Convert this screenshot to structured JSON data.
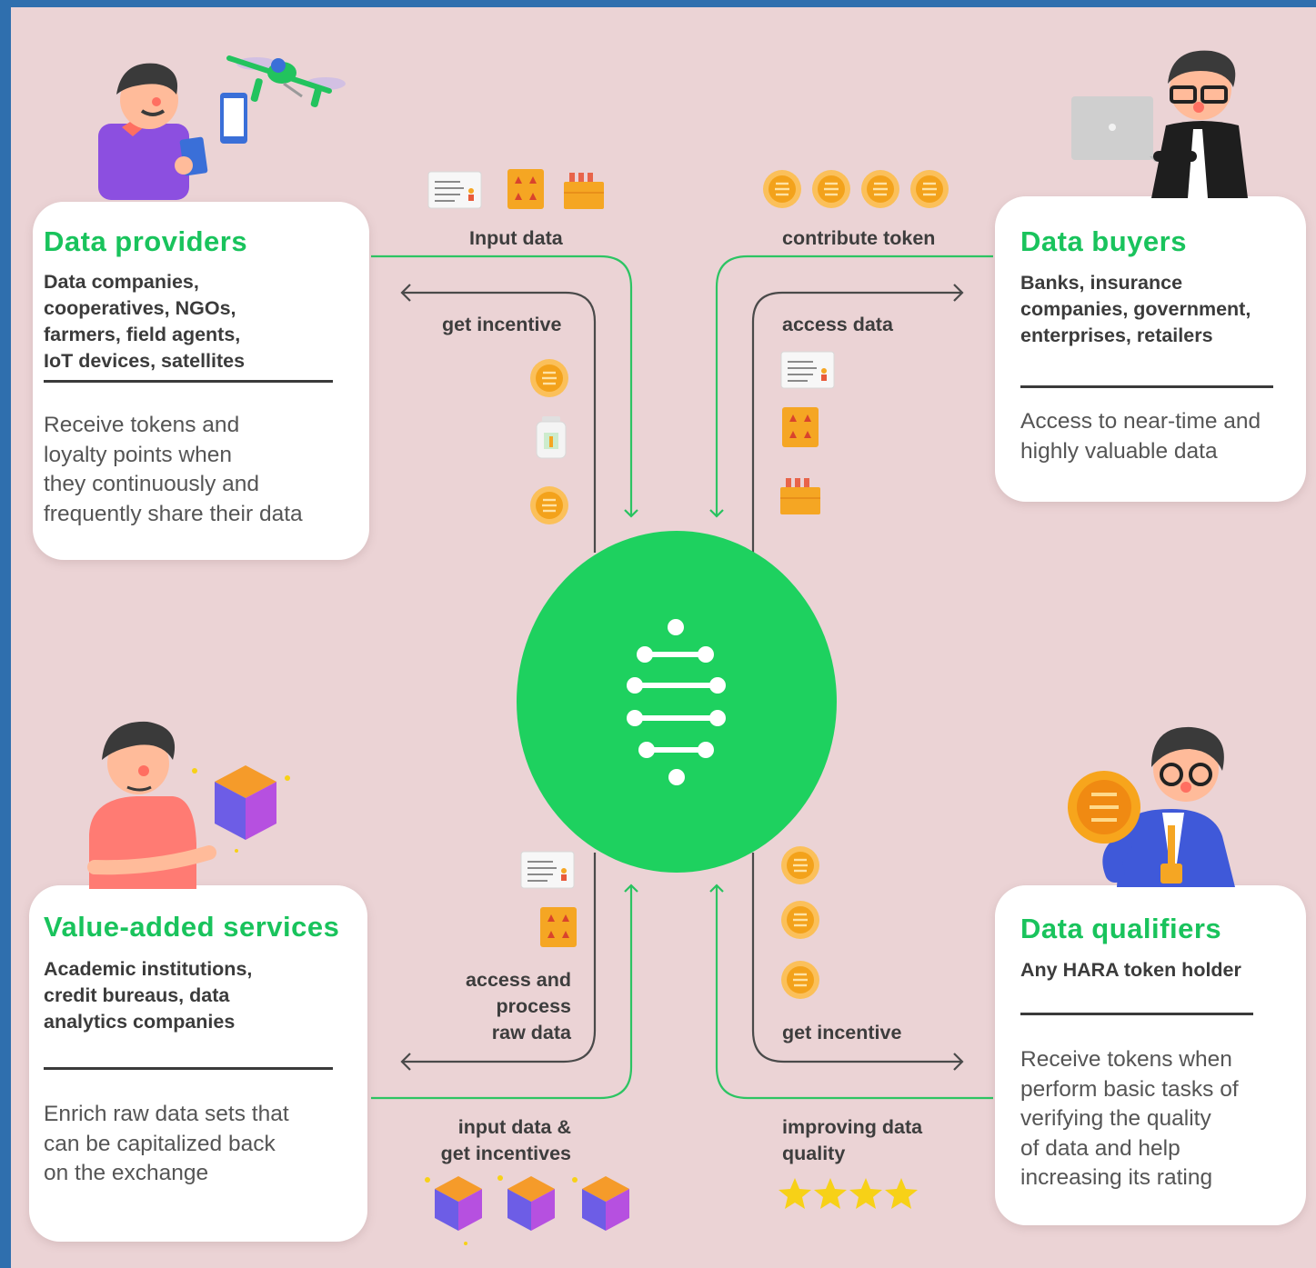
{
  "cards": {
    "data_providers": {
      "title": "Data providers",
      "subtitle": "Data companies,\ncooperatives, NGOs,\nfarmers, field agents,\nIoT devices, satellites",
      "description": "Receive tokens and\nloyalty points when\nthey continuously and\nfrequently share their data"
    },
    "data_buyers": {
      "title": "Data buyers",
      "subtitle": "Banks, insurance\ncompanies, government,\nenterprises, retailers",
      "description": "Access to near-time and\nhighly valuable data"
    },
    "value_added_services": {
      "title": "Value-added services",
      "subtitle": "Academic institutions,\ncredit bureaus, data\nanalytics companies",
      "description": "Enrich raw data sets that\ncan be capitalized back\non the exchange"
    },
    "data_qualifiers": {
      "title": "Data qualifiers",
      "subtitle": "Any HARA token holder",
      "description": "Receive tokens when\nperform basic tasks of\nverifying the quality\nof data and help\nincreasing its rating"
    }
  },
  "flows": {
    "input_data": "Input data",
    "contribute_token": "contribute token",
    "get_incentive_top": "get incentive",
    "access_data": "access data",
    "access_process": "access and\nprocess\nraw data",
    "get_incentive_bottom": "get incentive",
    "input_get_incentives": "input data &\nget incentives",
    "improving_quality": "improving data\nquality"
  },
  "colors": {
    "background": "#ebd3d5",
    "frame": "#2f6fae",
    "accent_green": "#19c35c",
    "hub_green": "#1ed15f",
    "coin": "#f5a623",
    "line_dark": "#4a4a4a"
  },
  "icons": [
    "document-icon",
    "chart-block-icon",
    "crate-icon",
    "coin-icon",
    "drone-icon",
    "phone-icon",
    "laptop-icon",
    "cube-icon",
    "star-icon",
    "bottle-icon",
    "dna-icon"
  ]
}
